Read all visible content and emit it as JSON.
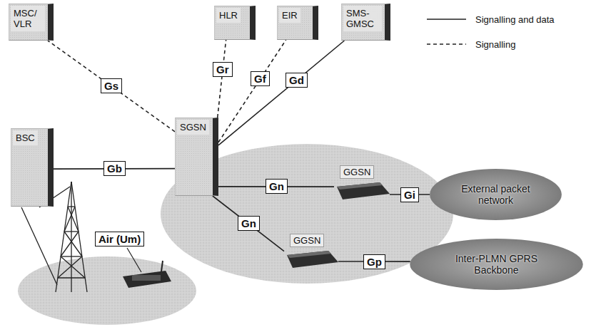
{
  "diagram": {
    "nodes": [
      {
        "text": [
          "MSC/ VLR"
        ]
      },
      {
        "text": [
          "HLR"
        ]
      },
      {
        "text": [
          "EIR"
        ]
      },
      {
        "text": [
          "SMS- GMSC"
        ]
      },
      {
        "text": [
          "BSC"
        ]
      },
      {
        "text": [
          "SGSN"
        ]
      },
      {
        "text": [
          "GGSN"
        ]
      },
      {
        "text": [
          "External packet network"
        ]
      },
      {
        "text": [
          "GGSN"
        ]
      },
      {
        "text": [
          "Inter-PLMN GPRS Backbone"
        ]
      }
    ],
    "edges": [
      {
        "from": 4,
        "to": 5,
        "label": "Gb",
        "arrow": "none"
      },
      {
        "from": 5,
        "to": 0,
        "label": "Gs",
        "arrow": "none"
      },
      {
        "from": 5,
        "to": 1,
        "label": "Gr",
        "arrow": "none"
      },
      {
        "from": 5,
        "to": 2,
        "label": "Gf",
        "arrow": "none"
      },
      {
        "from": 5,
        "to": 3,
        "label": "Gd",
        "arrow": "none"
      },
      {
        "from": 5,
        "to": 6,
        "label": "Gn",
        "arrow": "none"
      },
      {
        "from": 6,
        "to": 7,
        "label": "Gi",
        "arrow": "none"
      },
      {
        "from": 5,
        "to": 8,
        "label": "Gn",
        "arrow": "none"
      },
      {
        "from": 8,
        "to": 9,
        "label": "Gp",
        "arrow": "none"
      }
    ],
    "labels": [
      "Air (Um)"
    ],
    "legend": [
      {
        "text": "Signalling and data"
      },
      {
        "text": "Signalling"
      }
    ]
  }
}
